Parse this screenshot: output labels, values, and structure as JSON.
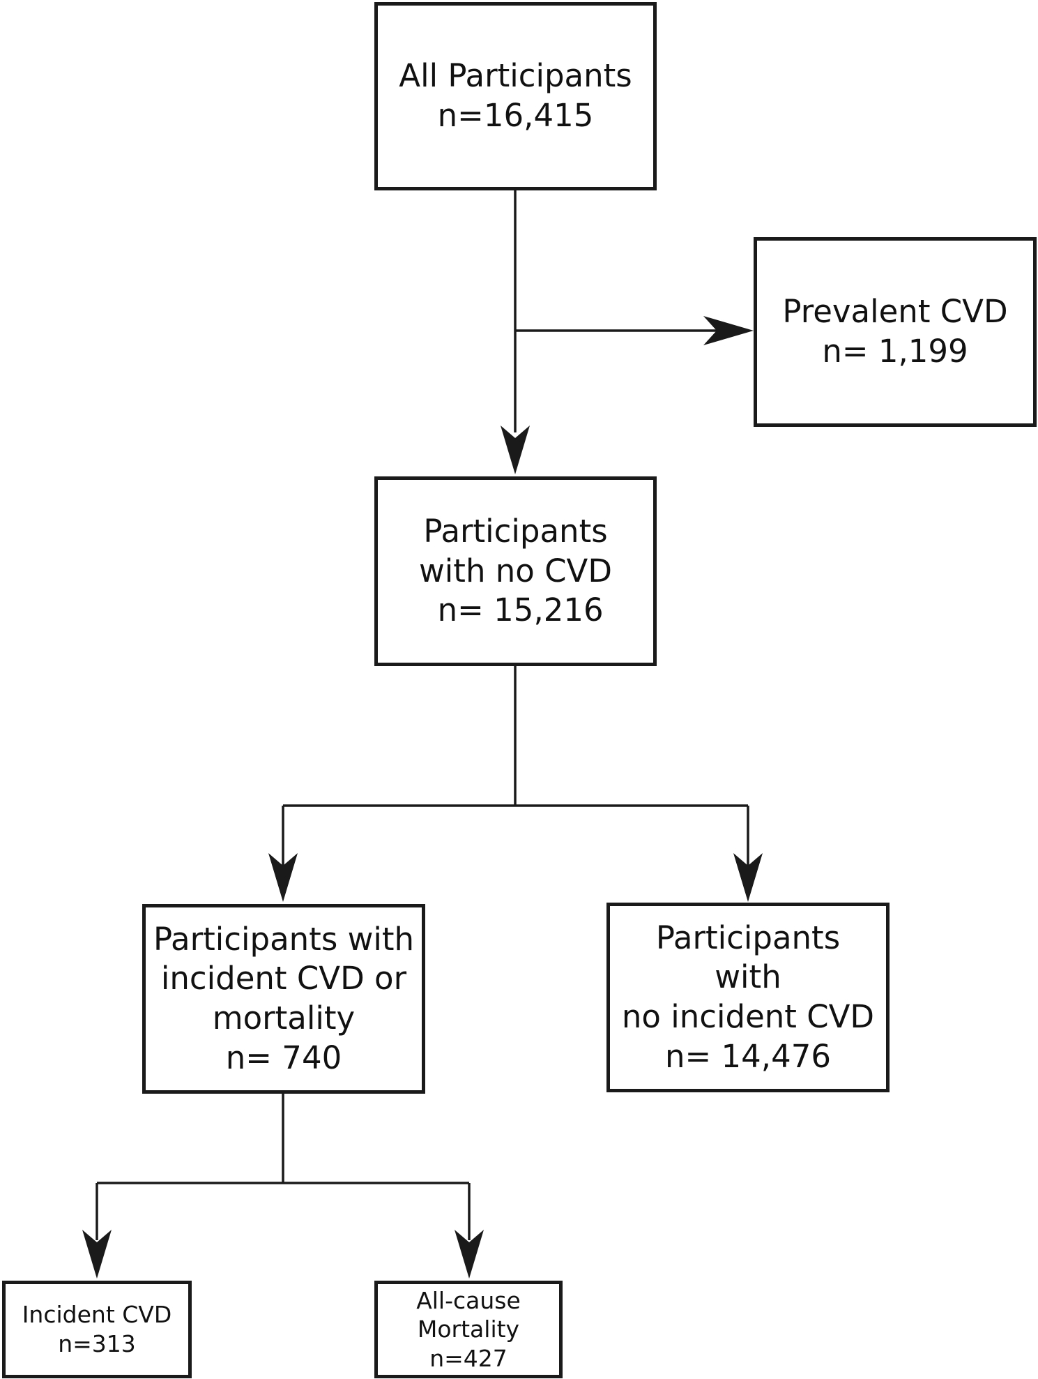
{
  "nodes": {
    "all": {
      "lines": [
        "All Participants",
        "n=16,415"
      ]
    },
    "prevalent": {
      "lines": [
        "Prevalent CVD",
        "n= 1,199"
      ]
    },
    "nocvd": {
      "lines": [
        "Participants",
        "with no CVD",
        " n= 15,216"
      ]
    },
    "incident_or_mortality": {
      "lines": [
        "Participants with",
        "incident CVD or",
        "mortality",
        "n= 740"
      ]
    },
    "no_incident": {
      "lines": [
        "Participants",
        "with",
        "no incident CVD",
        "n= 14,476"
      ]
    },
    "incident": {
      "lines": [
        "Incident CVD",
        "n=313"
      ]
    },
    "mortality": {
      "lines": [
        "All-cause",
        "Mortality",
        "n=427"
      ]
    }
  }
}
